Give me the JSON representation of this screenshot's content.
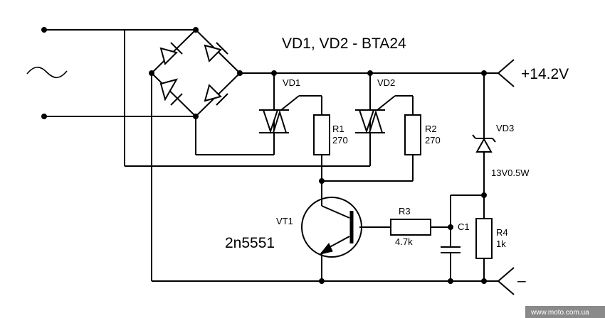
{
  "title": "VD1, VD2 - BTA24",
  "ac_symbol": "~",
  "output_positive": "+14.2V",
  "output_negative": "–",
  "thyristors": [
    {
      "name": "VD1"
    },
    {
      "name": "VD2"
    }
  ],
  "resistors": [
    {
      "name": "R1",
      "value": "270"
    },
    {
      "name": "R2",
      "value": "270"
    },
    {
      "name": "R3",
      "value": "4.7k"
    },
    {
      "name": "R4",
      "value": "1k"
    }
  ],
  "zener": {
    "name": "VD3",
    "value": "13V0.5W"
  },
  "capacitor": {
    "name": "C1"
  },
  "transistor": {
    "name": "VT1",
    "part": "2n5551"
  },
  "watermark": "www.moto.com.ua"
}
